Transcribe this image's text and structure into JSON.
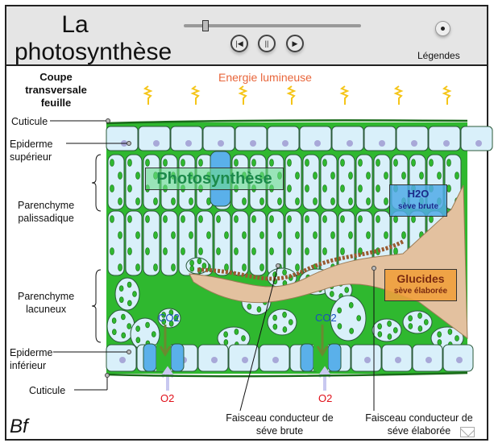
{
  "header": {
    "title_line1": "La",
    "title_line2": "photosynthèse",
    "controls": {
      "rewind_icon": "skip-back-icon",
      "pause_icon": "pause-icon",
      "play_icon": "play-icon"
    },
    "timeline_progress": 0.08,
    "legend_label": "Légendes"
  },
  "diagram": {
    "heading_line1": "Coupe transversale",
    "heading_line2": "feuille",
    "energy_label": "Energie lumineuse",
    "labels_left": {
      "cuticule_top": "Cuticule",
      "epiderme_sup_1": "Epiderme",
      "epiderme_sup_2": "supérieur",
      "palissadique_1": "Parenchyme",
      "palissadique_2": "palissadique",
      "lacuneux_1": "Parenchyme",
      "lacuneux_2": "lacuneux",
      "epiderme_inf_1": "Epiderme",
      "epiderme_inf_2": "inférieur",
      "cuticule_bottom": "Cuticule"
    },
    "photosynthese_box": "Photosynthèse",
    "h2o_box": {
      "title": "H2O",
      "subtitle": "sève brute"
    },
    "glucides_box": {
      "title": "Glucides",
      "subtitle": "sève élaborée"
    },
    "co2_label": "CO2",
    "o2_label": "O2",
    "faisceau_brute_1": "Faisceau conducteur de",
    "faisceau_brute_2": "séve brute",
    "faisceau_elaboree_1": "Faisceau conducteur de",
    "faisceau_elaboree_2": "séve élaborée"
  },
  "footer": {
    "logo": "Bf",
    "mail_icon": "envelope-icon"
  },
  "colors": {
    "header_bg": "#e5e5e5",
    "leaf_green": "#2fb82f",
    "cell_blue": "#d9f0fa",
    "vein_tan": "#e3c19f",
    "energy": "#e8653a",
    "o2": "#e0101a",
    "co2": "#1a4fbf"
  }
}
